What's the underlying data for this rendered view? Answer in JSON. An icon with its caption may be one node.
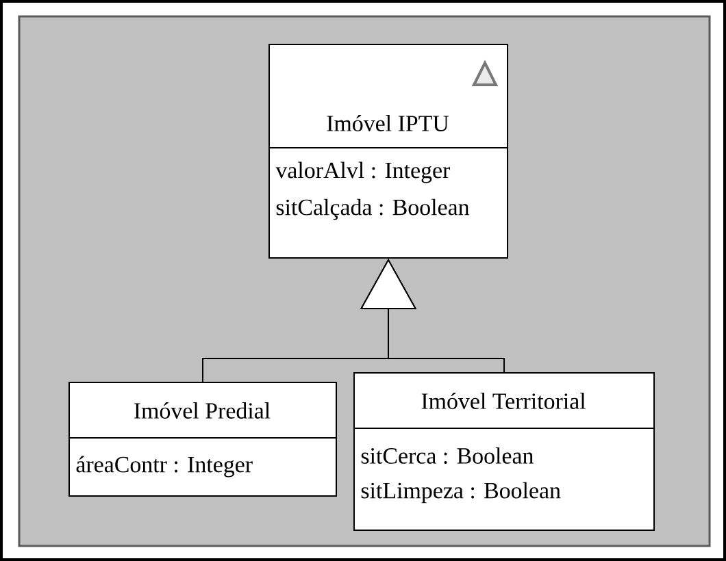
{
  "diagram": {
    "nodes": [
      {
        "text": [
          "Imóvel IPTU",
          "valorAlvl : Integer",
          "sitCalçada : Boolean"
        ]
      },
      {
        "text": [
          "Imóvel Predial",
          "áreaContr : Integer"
        ]
      },
      {
        "text": [
          "Imóvel Territorial",
          "sitCerca : Boolean",
          "sitLimpeza : Boolean"
        ]
      }
    ],
    "edges": [
      {
        "from": 1,
        "to": 0,
        "arrow": "to"
      },
      {
        "from": 2,
        "to": 0,
        "arrow": "to"
      }
    ]
  }
}
